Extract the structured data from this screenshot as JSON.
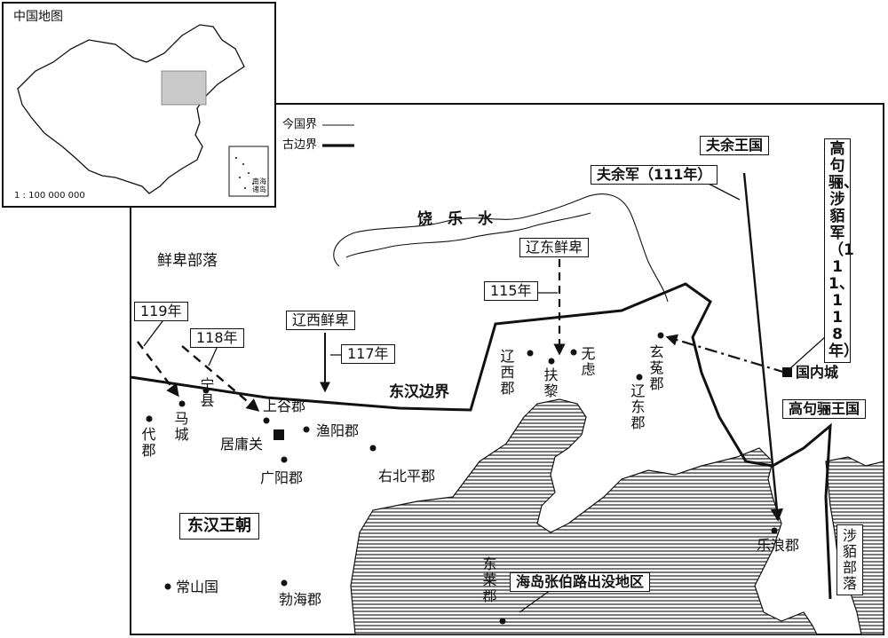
{
  "inset": {
    "title": "中国地图",
    "scale": "1 : 100 000 000",
    "south_sea_label": "南海诸岛"
  },
  "legend": {
    "modern_border": "今国界",
    "ancient_border": "古边界"
  },
  "labels": {
    "xianbei_tribes": "鲜卑部落",
    "raole_river": "饶　乐　水",
    "liaodong_xianbei": "辽东鲜卑",
    "liaoxi_xianbei": "辽西鲜卑",
    "y115": "115年",
    "y117": "117年",
    "y118": "118年",
    "y119": "119年",
    "fuyu_kingdom": "夫余王国",
    "fuyu_army": "夫余军（111年）",
    "goguryeo_army": "高句骊、涉貊军（111、118年）",
    "guonei": "国内城",
    "goguryeo_kingdom": "高句骊王国",
    "han_border": "东汉边界",
    "han_dynasty": "东汉王朝",
    "pirates": "海岛张伯路出没地区",
    "huimo_tribes": "涉貊部落"
  },
  "places": {
    "liaoxi": "辽西郡",
    "fuli": "扶黎",
    "wulv": "无虑",
    "xuantu": "玄菟郡",
    "liaodong": "辽东郡",
    "shanggu": "上谷郡",
    "ningxian": "宁县",
    "macheng": "马城",
    "dai": "代郡",
    "juyong": "居庸关",
    "yuyang": "渔阳郡",
    "guangyang": "广阳郡",
    "youbeiping": "右北平郡",
    "lelang": "乐浪郡",
    "changshan": "常山国",
    "bohai": "勃海郡",
    "donglai": "东莱郡"
  }
}
